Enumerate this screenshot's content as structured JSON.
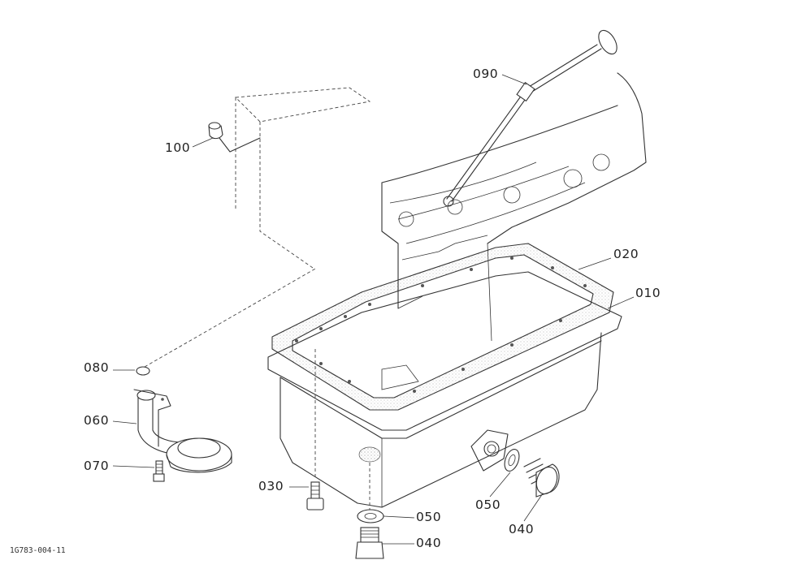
{
  "diagram": {
    "callouts": [
      {
        "id": "100",
        "text": "100"
      },
      {
        "id": "090",
        "text": "090"
      },
      {
        "id": "020",
        "text": "020"
      },
      {
        "id": "010",
        "text": "010"
      },
      {
        "id": "080",
        "text": "080"
      },
      {
        "id": "060",
        "text": "060"
      },
      {
        "id": "070",
        "text": "070"
      },
      {
        "id": "030",
        "text": "030"
      },
      {
        "id": "050a",
        "text": "050"
      },
      {
        "id": "050b",
        "text": "050"
      },
      {
        "id": "040a",
        "text": "040"
      },
      {
        "id": "040b",
        "text": "040"
      }
    ],
    "figure_code": "1G783-004-11"
  }
}
